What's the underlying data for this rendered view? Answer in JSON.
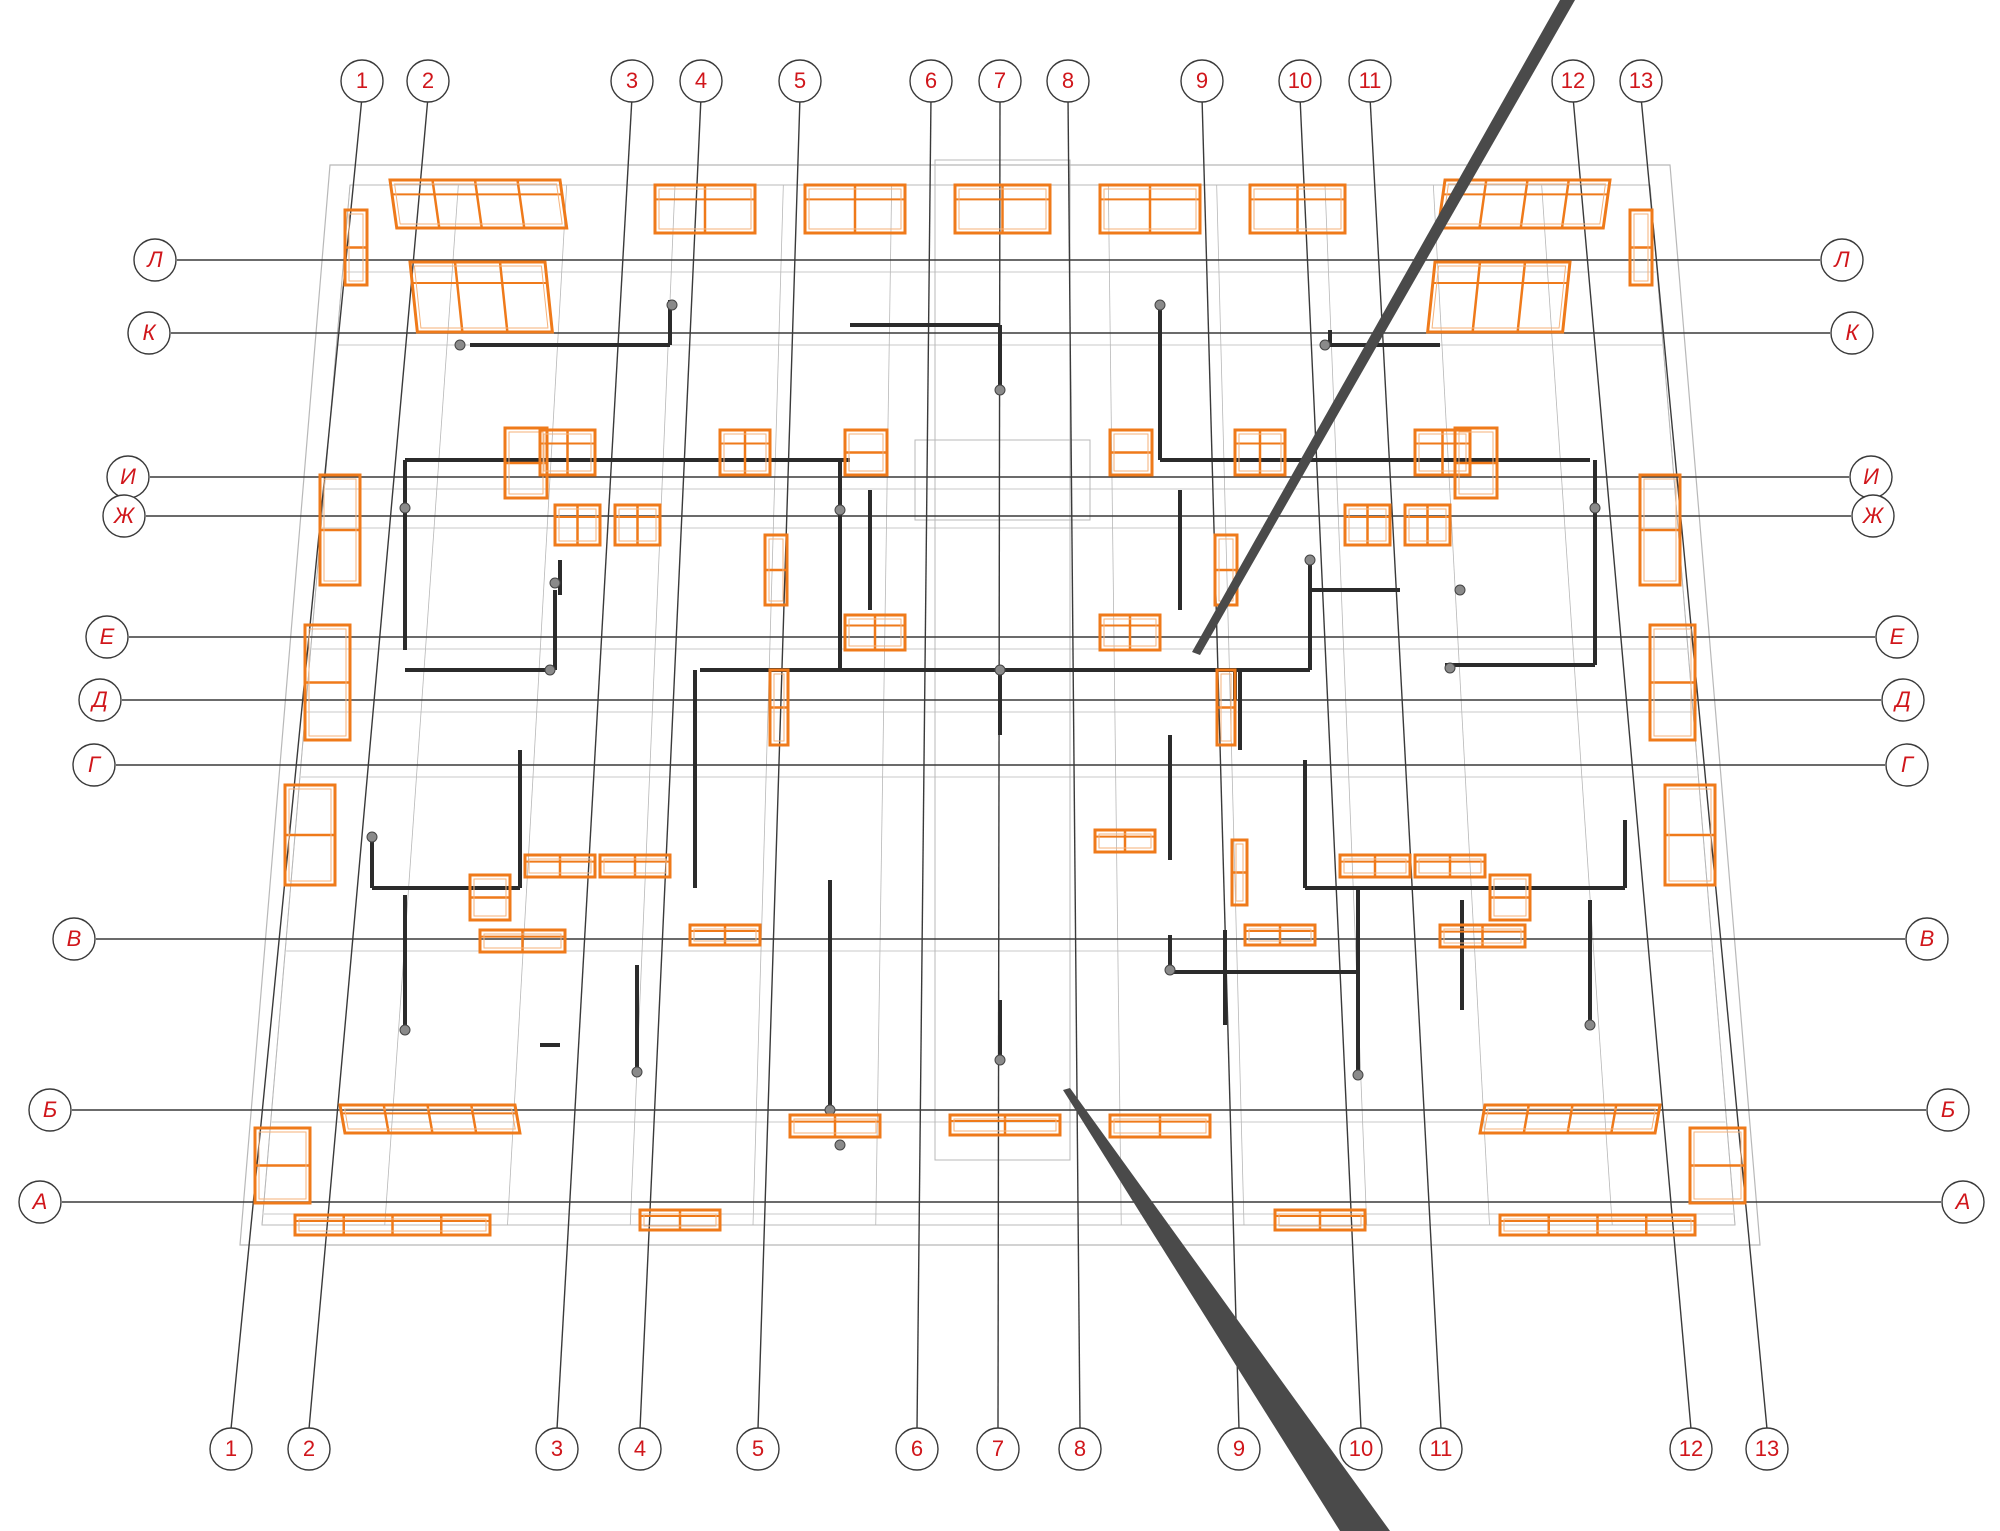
{
  "drawing": {
    "colors": {
      "axis_label": "#d0161b",
      "axis_line": "#3a3a3a",
      "window": "#ef7a1a",
      "wall_wire": "#b8b8b8",
      "partition": "#2b2b2b",
      "rod": "#4a4a4a"
    },
    "grid_columns": [
      "1",
      "2",
      "3",
      "4",
      "5",
      "6",
      "7",
      "8",
      "9",
      "10",
      "11",
      "12",
      "13"
    ],
    "grid_rows": [
      "Л",
      "К",
      "И",
      "Ж",
      "Е",
      "Д",
      "Г",
      "В",
      "Б",
      "А"
    ]
  }
}
